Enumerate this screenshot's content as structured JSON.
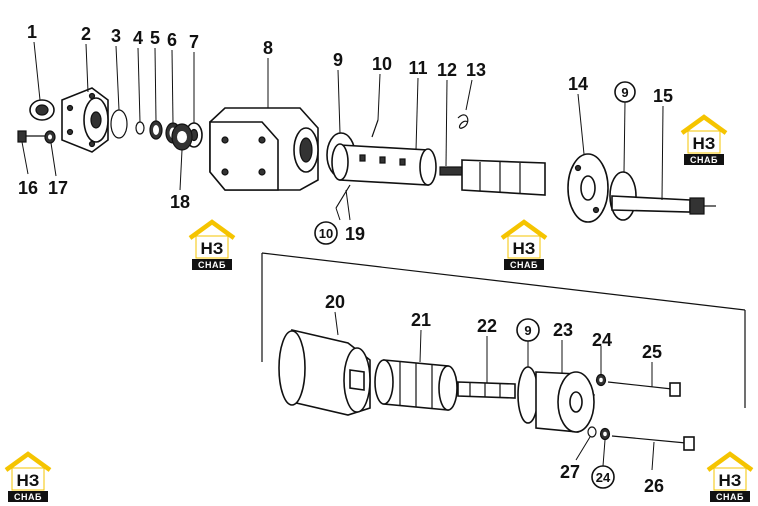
{
  "callouts": [
    {
      "n": "1",
      "circled": false
    },
    {
      "n": "2",
      "circled": false
    },
    {
      "n": "3",
      "circled": false
    },
    {
      "n": "4",
      "circled": false
    },
    {
      "n": "5",
      "circled": false
    },
    {
      "n": "6",
      "circled": false
    },
    {
      "n": "7",
      "circled": false
    },
    {
      "n": "8",
      "circled": false
    },
    {
      "n": "9",
      "circled": false
    },
    {
      "n": "10",
      "circled": false
    },
    {
      "n": "11",
      "circled": false
    },
    {
      "n": "12",
      "circled": false
    },
    {
      "n": "13",
      "circled": false
    },
    {
      "n": "14",
      "circled": false
    },
    {
      "n": "9",
      "circled": true
    },
    {
      "n": "15",
      "circled": false
    },
    {
      "n": "16",
      "circled": false
    },
    {
      "n": "17",
      "circled": false
    },
    {
      "n": "18",
      "circled": false
    },
    {
      "n": "10",
      "circled": true
    },
    {
      "n": "19",
      "circled": false
    },
    {
      "n": "20",
      "circled": false
    },
    {
      "n": "21",
      "circled": false
    },
    {
      "n": "22",
      "circled": false
    },
    {
      "n": "9",
      "circled": true
    },
    {
      "n": "23",
      "circled": false
    },
    {
      "n": "24",
      "circled": false
    },
    {
      "n": "25",
      "circled": false
    },
    {
      "n": "27",
      "circled": false
    },
    {
      "n": "24",
      "circled": true
    },
    {
      "n": "26",
      "circled": false
    }
  ],
  "watermark": {
    "top": "НЗ",
    "bottom": "СНАБ",
    "colors": {
      "accent": "#f5c400",
      "ink": "#111111"
    }
  }
}
